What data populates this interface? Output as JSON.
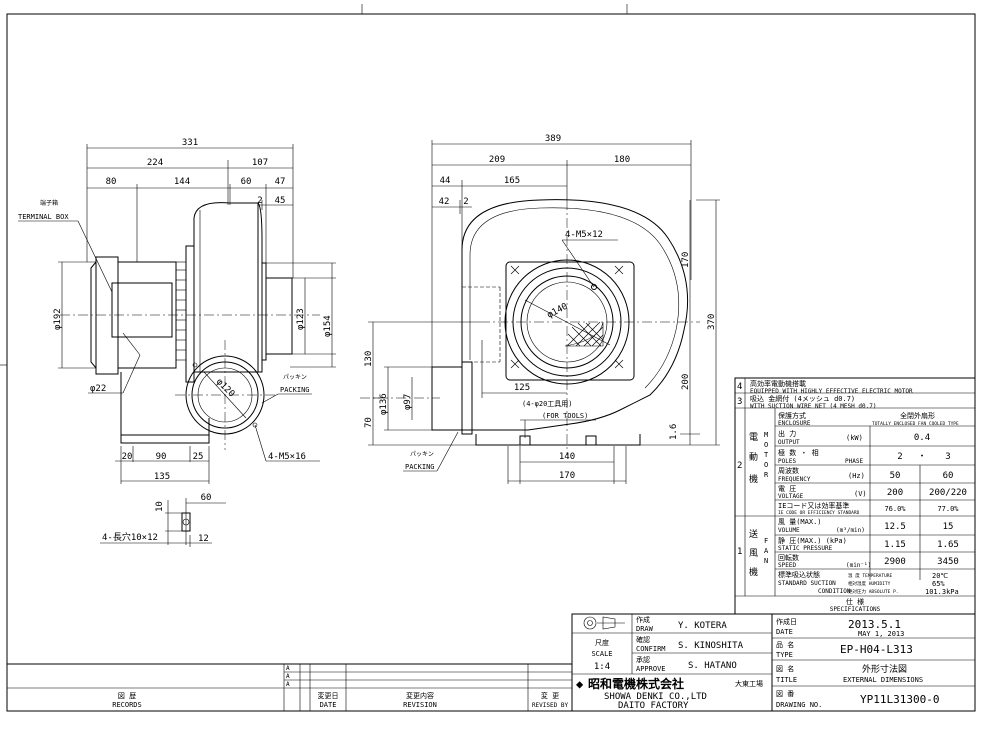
{
  "side_view": {
    "terminal_box_jp": "端子箱",
    "terminal_box_en": "TERMINAL BOX",
    "dims": {
      "d331": "331",
      "d224": "224",
      "d107": "107",
      "d80": "80",
      "d144": "144",
      "d60a": "60",
      "d47": "47",
      "d2a": "2",
      "d45": "45",
      "d192": "φ192",
      "d123": "φ123",
      "d154": "φ154",
      "d22": "φ22",
      "d120": "φ120",
      "d20": "20",
      "d90": "90",
      "d25": "25",
      "d135": "135",
      "d60b": "60",
      "d10": "10",
      "d12": "12"
    },
    "packing_jp": "パッキン",
    "packing_en": "PACKING",
    "bolt_note": "4-M5×16",
    "slot_note": "4-長穴10×12"
  },
  "front_view": {
    "dims": {
      "d389": "389",
      "d209": "209",
      "d180": "180",
      "d44": "44",
      "d165": "165",
      "d42": "42",
      "d2b": "2",
      "d170a": "170",
      "d370": "370",
      "d200": "200",
      "d130": "130",
      "d70": "70",
      "d136": "φ136",
      "d97": "φ97",
      "d125": "125",
      "d140": "140",
      "d170b": "170",
      "d16": "1.6",
      "d140c": "φ140"
    },
    "bolt_note": "4-M5×12",
    "hole_note": "(4-φ20工具用)",
    "tools_note": "(FOR TOOLS)",
    "packing_jp": "パッキン",
    "packing_en": "PACKING"
  },
  "spec": {
    "notes": [
      {
        "no": "4",
        "jp": "高効率電動機搭載",
        "en": "EQUIPPED WITH HIGHLY EFFECTIVE ELECTRIC MOTOR"
      },
      {
        "no": "3",
        "jp": "吸込 金網付 (4メッシュ d0.7)",
        "en": "WITH SUCTION WIRE NET (4 MESH d0.7)"
      }
    ],
    "motor_jp": "電動機",
    "motor_en": "MOTOR",
    "fan_jp": "送風機",
    "fan_en": "FAN",
    "row_no_2": "2",
    "row_no_1": "1",
    "enclosure_jp": "保護方式",
    "enclosure_en": "ENCLOSURE",
    "enclosure_val_jp": "全閉外扇形",
    "enclosure_val_en": "TOTALLY ENCLOSED FAN COOLED TYPE",
    "output_jp": "出 力",
    "output_en": "OUTPUT",
    "output_unit": "(kW)",
    "output_val": "0.4",
    "poles_jp": "極 数 ・ 相",
    "poles_en": "POLES",
    "phase_en": "PHASE",
    "poles_val": "2",
    "phase_dot": "・",
    "phase_val": "3",
    "freq_jp": "周波数",
    "freq_en": "FREQUENCY",
    "freq_unit": "(Hz)",
    "freq_50": "50",
    "freq_60": "60",
    "volt_jp": "電 圧",
    "volt_en": "VOLTAGE",
    "volt_unit": "(V)",
    "volt_50": "200",
    "volt_60": "200/220",
    "ie_jp": "IEコード又は効率基準",
    "ie_en": "IE CODE OR EFFICIENCY STANDARD",
    "ie_50": "76.0%",
    "ie_60": "77.0%",
    "volume_jp": "風 量(MAX.)",
    "volume_en": "VOLUME",
    "volume_unit": "(m³/min)",
    "volume_50": "12.5",
    "volume_60": "15",
    "pressure_jp": "静 圧(MAX.) (kPa)",
    "pressure_en": "STATIC PRESSURE",
    "pressure_50": "1.15",
    "pressure_60": "1.65",
    "speed_jp": "回転数",
    "speed_en": "SPEED",
    "speed_unit": "(min⁻¹)",
    "speed_50": "2900",
    "speed_60": "3450",
    "std_jp": "標準吸込状態",
    "std_en": "STANDARD SUCTION",
    "std_en2": "CONDITION",
    "temp_label": "温 度 TEMPERATURE",
    "temp_val": "20℃",
    "humid_label": "相対湿度 HUMIDITY",
    "humid_val": "65%",
    "abs_label": "絶対圧力 ABSOLUTE P.",
    "abs_val": "101.3kPa",
    "title_jp": "仕 様",
    "title_en": "SPECIFICATIONS"
  },
  "title_block": {
    "draw_jp": "作成",
    "draw_en": "DRAW",
    "draw_name": "Y. KOTERA",
    "confirm_jp": "確認",
    "confirm_en": "CONFIRM",
    "confirm_name": "S. KINOSHITA",
    "approve_jp": "承認",
    "approve_en": "APPROVE",
    "approve_name": "S. HATANO",
    "scale_jp": "尺度",
    "scale_en": "SCALE",
    "scale_val": "1:4",
    "company_jp": "昭和電機株式会社",
    "factory_jp": "大東工場",
    "company_en": "SHOWA DENKI CO.,LTD",
    "factory_en": "DAITO FACTORY",
    "date_jp": "作成日",
    "date_en": "DATE",
    "date_val": "2013.5.1",
    "date_val_en": "MAY 1, 2013",
    "type_jp": "品 名",
    "type_en": "TYPE",
    "type_val": "EP-H04-L313",
    "title_jp": "図 名",
    "title_en": "TITLE",
    "title_val_jp": "外形寸法図",
    "title_val_en": "EXTERNAL DIMENSIONS",
    "dwg_jp": "図 番",
    "dwg_en": "DRAWING NO.",
    "dwg_val": "YP11L31300-0"
  },
  "records": {
    "records_jp": "図 歴",
    "records_en": "RECORDS",
    "date_jp": "変更日",
    "date_en": "DATE",
    "rev_jp": "変更内容",
    "rev_en": "REVISION",
    "by_jp": "変 更",
    "by_en": "REVISED BY",
    "marks": [
      "A",
      "A",
      "A"
    ]
  }
}
